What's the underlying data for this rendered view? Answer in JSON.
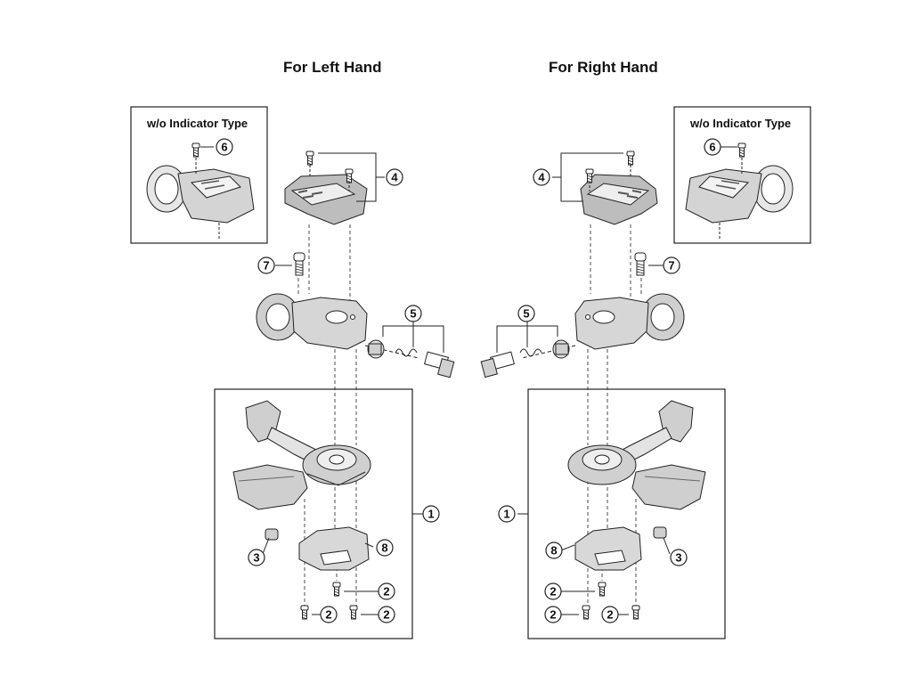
{
  "headings": {
    "left": "For Left Hand",
    "right": "For Right Hand"
  },
  "insets": {
    "left_title": "w/o Indicator Type",
    "right_title": "w/o Indicator Type"
  },
  "callouts": {
    "main_unit": "1",
    "screw_small": "2",
    "cap": "3",
    "cover_screws": "4",
    "adjuster_set": "5",
    "indicator_screw": "6",
    "clamp_bolt": "7",
    "base_plate": "8"
  }
}
